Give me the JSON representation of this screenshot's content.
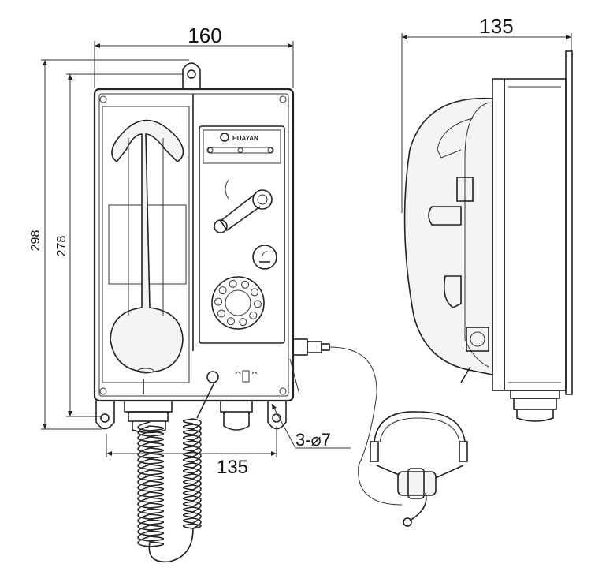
{
  "dimensions": {
    "front_width": "160",
    "front_height_total": "298",
    "front_height_body": "278",
    "mounting_spacing": "135",
    "mounting_holes": "3-⌀7",
    "side_depth": "135"
  },
  "panel": {
    "logo": "HUAYAN"
  }
}
